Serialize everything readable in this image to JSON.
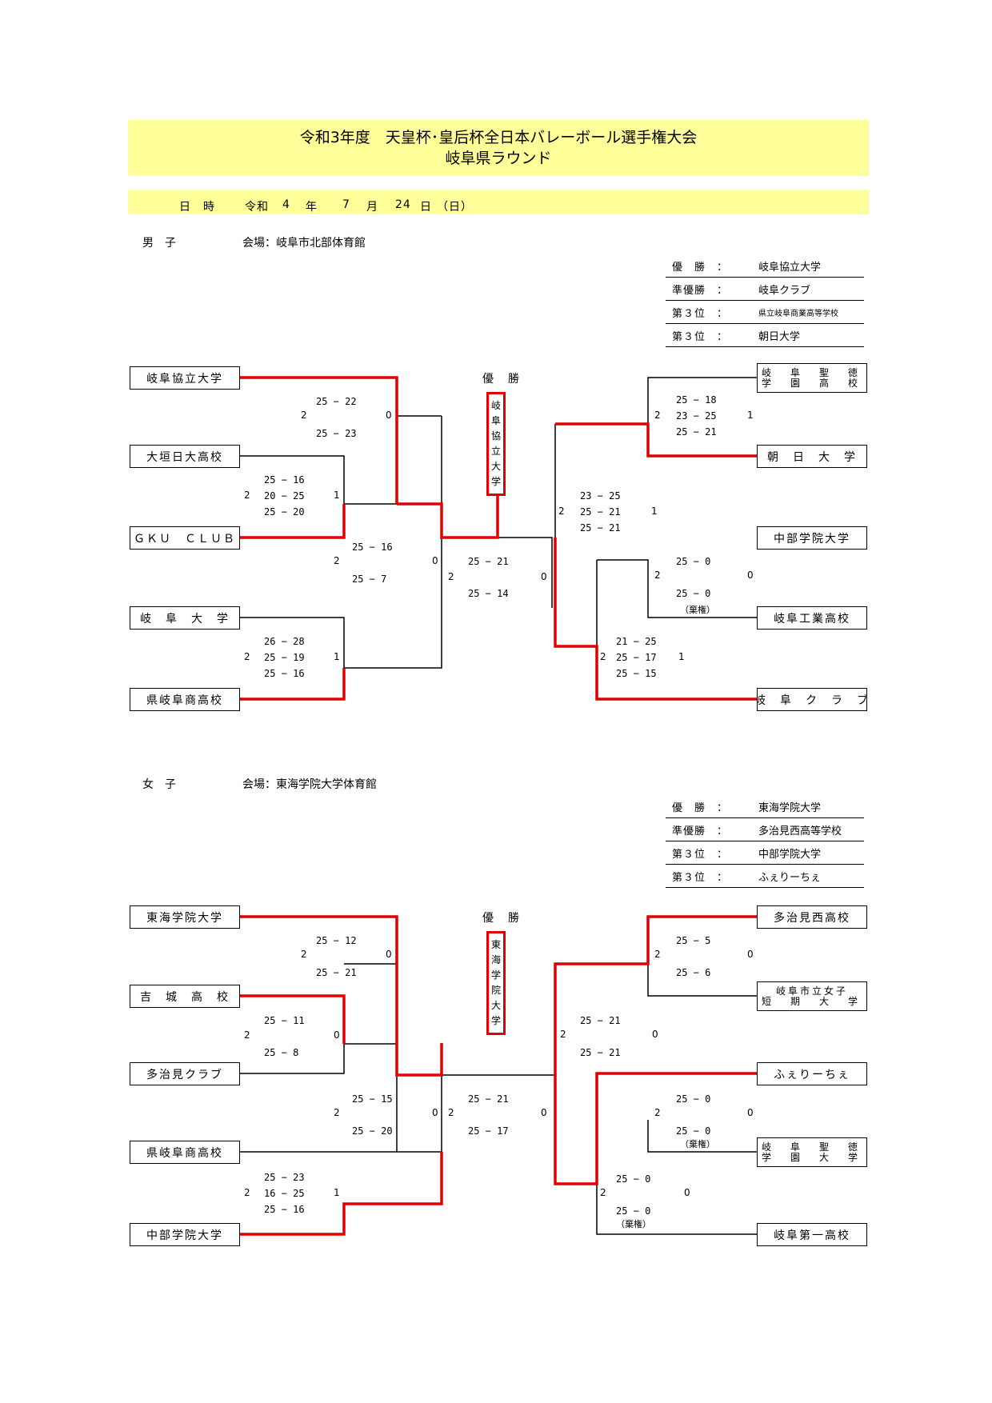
{
  "header": {
    "title_line1": "令和3年度　天皇杯･皇后杯全日本バレーボール選手権大会",
    "title_line2": "岐阜県ラウンド",
    "date_label": "日　時",
    "era": "令和",
    "year": "4",
    "year_unit": "年",
    "month": "7",
    "month_unit": "月",
    "day": "24",
    "day_unit": "日",
    "weekday": "（日）"
  },
  "men": {
    "label": "男　子",
    "venue": "会場：岐阜市北部体育館",
    "results": [
      {
        "rank": "優　勝　：",
        "team": "岐阜協立大学"
      },
      {
        "rank": "準優勝　：",
        "team": "岐阜クラブ"
      },
      {
        "rank": "第３位　：",
        "team": "県立岐阜商業高等学校"
      },
      {
        "rank": "第３位　：",
        "team": "朝日大学"
      }
    ],
    "winner_label": "優　勝",
    "winner_chars": [
      "岐",
      "阜",
      "協",
      "立",
      "大",
      "学"
    ],
    "left_teams": [
      "岐阜協立大学",
      "大垣日大高校",
      "ＧＫＵ　ＣＬＵＢ",
      "岐　阜　大　学",
      "県岐阜商高校"
    ],
    "right_teams": [
      {
        "line1": "岐　阜　聖　徳",
        "line2": "学　園　高　校"
      },
      {
        "line1": "朝　日　大　学",
        "line2": ""
      },
      {
        "line1": "中部学院大学",
        "line2": ""
      },
      {
        "line1": "岐阜工業高校",
        "line2": ""
      },
      {
        "line1": "岐　阜　ク　ラ　ブ",
        "line2": ""
      }
    ],
    "matches": [
      {
        "l": "2",
        "sets": "25 − 22\n\n25 − 23",
        "r": "0"
      },
      {
        "l": "2",
        "sets": "25 − 16\n20 − 25\n25 − 20",
        "r": "1"
      },
      {
        "l": "2",
        "sets": "26 − 28\n25 − 19\n25 − 16",
        "r": "1"
      },
      {
        "l": "2",
        "sets": "25 − 16\n\n25 − 7",
        "r": "0"
      },
      {
        "l": "2",
        "sets": "25 − 21\n\n25 − 14",
        "r": "0"
      },
      {
        "l": "2",
        "sets": "23 − 25\n25 − 21\n25 − 21",
        "r": "1"
      },
      {
        "l": "2",
        "sets": "25 − 18\n23 − 25\n25 − 21",
        "r": "1"
      },
      {
        "l": "2",
        "sets": "25 − 0\n\n25 − 0",
        "r": "0"
      },
      {
        "l": "2",
        "sets": "21 − 25\n25 − 17\n25 − 15",
        "r": "1"
      }
    ],
    "forfeit": "（棄権）"
  },
  "women": {
    "label": "女　子",
    "venue": "会場：東海学院大学体育館",
    "results": [
      {
        "rank": "優　勝　：",
        "team": "東海学院大学"
      },
      {
        "rank": "準優勝　：",
        "team": "多治見西高等学校"
      },
      {
        "rank": "第３位　：",
        "team": "中部学院大学"
      },
      {
        "rank": "第３位　：",
        "team": "ふぇりーちぇ"
      }
    ],
    "winner_label": "優　勝",
    "winner_chars": [
      "東",
      "海",
      "学",
      "院",
      "大",
      "学"
    ],
    "left_teams": [
      "東海学院大学",
      "吉　城　高　校",
      "多治見クラブ",
      "県岐阜商高校",
      "中部学院大学"
    ],
    "right_teams": [
      {
        "line1": "多治見西高校",
        "line2": ""
      },
      {
        "line1": "岐阜市立女子",
        "line2": "短　期　大　学"
      },
      {
        "line1": "ふぇりーちぇ",
        "line2": ""
      },
      {
        "line1": "岐　阜　聖　徳",
        "line2": "学　園　大　学"
      },
      {
        "line1": "岐阜第一高校",
        "line2": ""
      }
    ],
    "matches": [
      {
        "l": "2",
        "sets": "25 − 12\n\n25 − 21",
        "r": "0"
      },
      {
        "l": "2",
        "sets": "25 − 11\n\n25 − 8",
        "r": "0"
      },
      {
        "l": "2",
        "sets": "25 − 23\n16 − 25\n25 − 16",
        "r": "1"
      },
      {
        "l": "2",
        "sets": "25 − 15\n\n25 − 20",
        "r": "0"
      },
      {
        "l": "2",
        "sets": "25 − 21\n\n25 − 17",
        "r": "0"
      },
      {
        "l": "2",
        "sets": "25 − 21\n\n25 − 21",
        "r": "0"
      },
      {
        "l": "2",
        "sets": "25 − 5\n\n25 − 6",
        "r": "0"
      },
      {
        "l": "2",
        "sets": "25 − 0\n\n25 − 0",
        "r": "0"
      },
      {
        "l": "2",
        "sets": "25 − 0\n\n25 − 0",
        "r": "0"
      }
    ],
    "forfeit": "（棄権）",
    "forfeit2": "（棄権）"
  }
}
